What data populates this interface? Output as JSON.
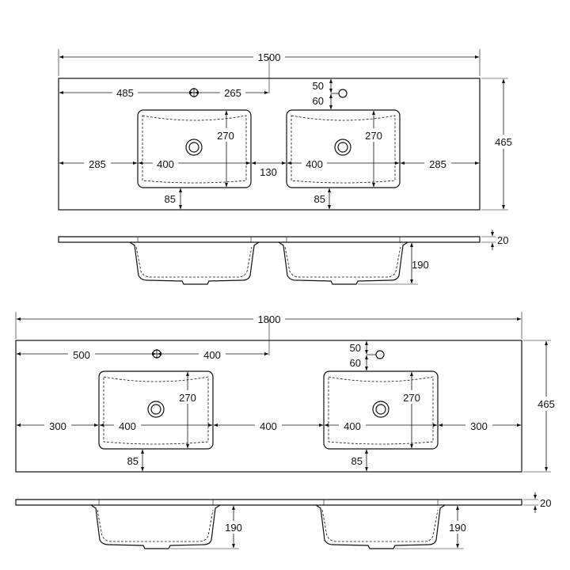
{
  "colors": {
    "line": "#111111",
    "background": "#ffffff"
  },
  "drawing_1500": {
    "overall_width": "1500",
    "depth": "465",
    "tap_left_offset": "485",
    "tap_to_center": "265",
    "tap_back_offset": "50",
    "tap_spacing": "60",
    "basin_left": {
      "height": "270",
      "width": "400",
      "front_offset": "85",
      "side_offset": "285"
    },
    "basin_gap": "130",
    "basin_right": {
      "height": "270",
      "width": "400",
      "front_offset": "85",
      "side_offset": "285"
    },
    "thickness": "20",
    "bowl_depth": "190"
  },
  "drawing_1800": {
    "overall_width": "1800",
    "depth": "465",
    "tap_left_offset": "500",
    "tap_to_center": "400",
    "tap_back_offset": "50",
    "tap_spacing": "60",
    "basin_left": {
      "height": "270",
      "width": "400",
      "front_offset": "85",
      "side_offset": "300"
    },
    "basin_gap": "400",
    "basin_right": {
      "height": "270",
      "width": "400",
      "front_offset": "85",
      "side_offset": "300"
    },
    "thickness": "20",
    "bowl_depth": "190"
  }
}
